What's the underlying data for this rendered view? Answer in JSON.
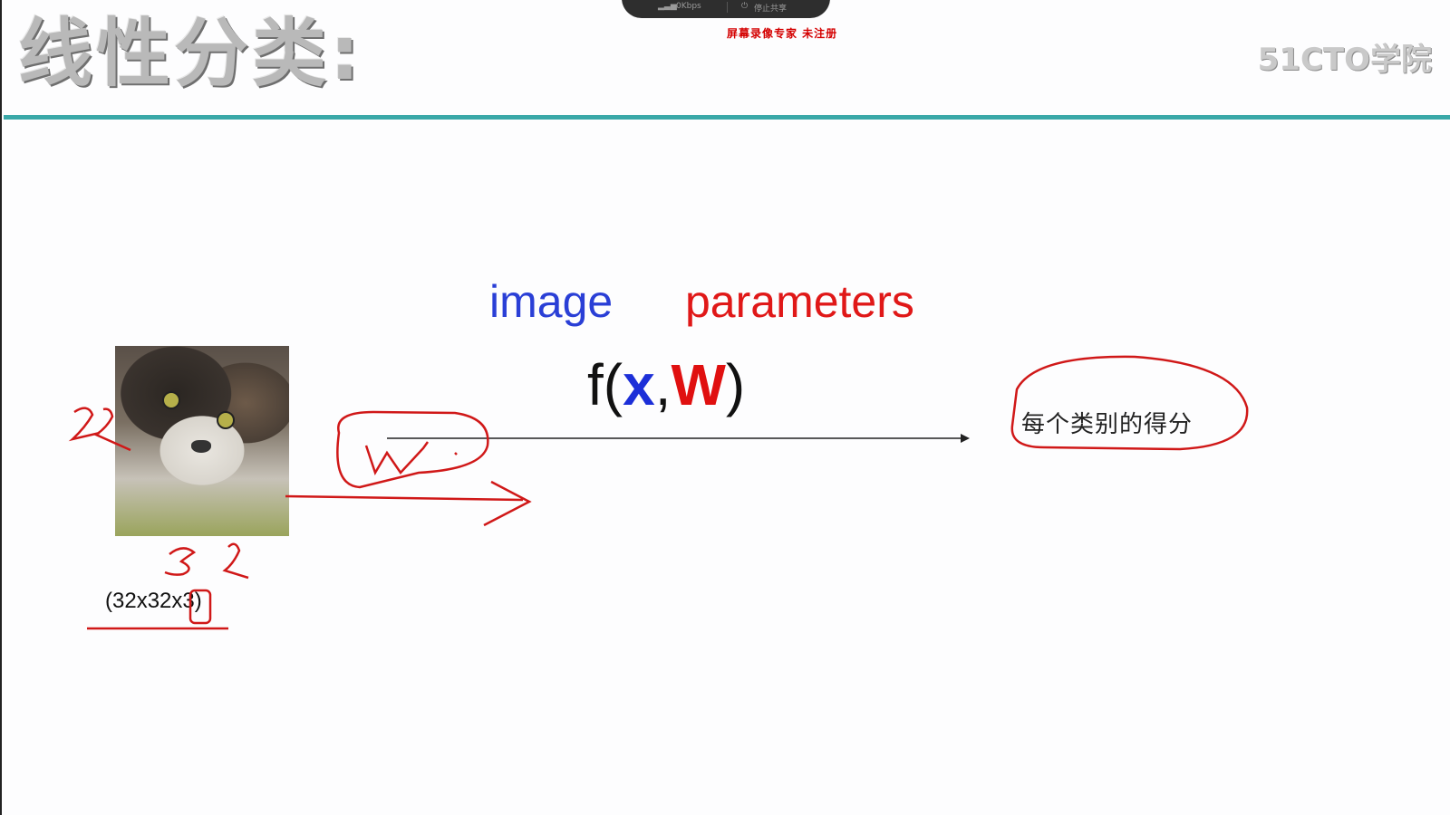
{
  "slide": {
    "title": "线性分类:",
    "logo": "51CTO学院",
    "label_image": "image",
    "label_parameters": "parameters",
    "formula": {
      "f_open": "f(",
      "x": "x",
      "comma": ",",
      "w": "W",
      "close": ")"
    },
    "image_dims": "(32x32x3)",
    "output_label": "每个类别的得分"
  },
  "recorder": {
    "signal_text": "0Kbps",
    "stop_text": "停止共享",
    "watermark": "屏幕录像专家  未注册"
  },
  "colors": {
    "accent_rule": "#3aa8a8",
    "image_label": "#2a3fd6",
    "parameters_label": "#e01818",
    "annotation_red": "#d01818"
  },
  "icons": [
    "signal-bars-icon",
    "power-icon"
  ]
}
